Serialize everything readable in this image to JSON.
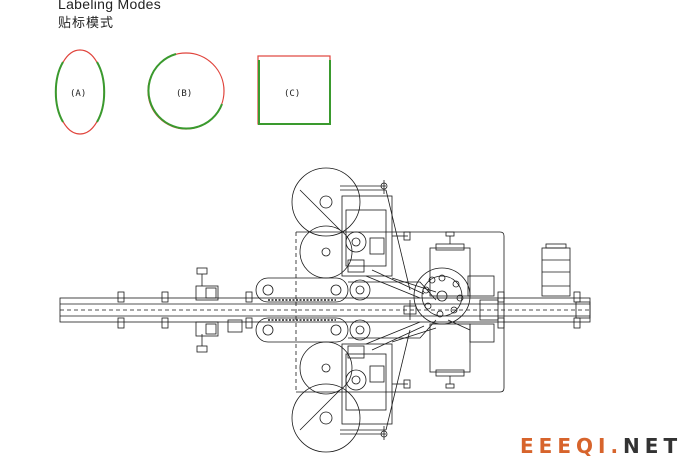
{
  "header": {
    "title_en": "Labeling Modes",
    "title_cn": "贴标模式"
  },
  "modes": [
    {
      "label": "(A)"
    },
    {
      "label": "(B)"
    },
    {
      "label": "(C)"
    }
  ],
  "watermark": {
    "part_a": "EEEQI",
    "dot": ".",
    "part_b": "NET"
  },
  "colors": {
    "container_outline": "#e0443c",
    "label_strip": "#3a9a2e",
    "line": "#1a1a1a",
    "watermark_accent": "#d7642c",
    "watermark_dark": "#333333"
  },
  "icons": [
    "round-container-icon",
    "square-container-icon",
    "labeling-machine-drawing"
  ]
}
